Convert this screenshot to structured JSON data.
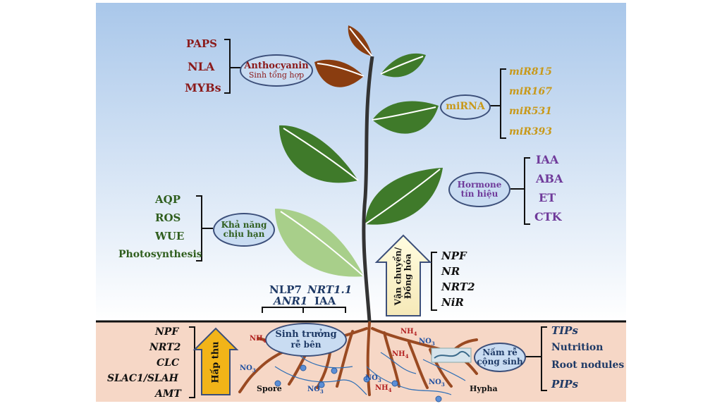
{
  "anthocyanin": {
    "genes": [
      "PAPS",
      "NLA",
      "MYBs"
    ],
    "oval_title": "Anthocyanin",
    "oval_sub": "Sinh tổng hợp"
  },
  "mirna": {
    "oval": "miRNA",
    "items": [
      "miR815",
      "miR167",
      "miR531",
      "miR393"
    ]
  },
  "hormone": {
    "oval_title": "Hormone",
    "oval_sub": "tín hiệu",
    "items": [
      "IAA",
      "ABA",
      "ET",
      "CTK"
    ]
  },
  "drought": {
    "oval_title": "Khả năng",
    "oval_sub": "chịu hạn",
    "items": [
      "AQP",
      "ROS",
      "WUE",
      "Photosynthesis"
    ]
  },
  "transport": {
    "arrow_label_1": "Vận chuyển/",
    "arrow_label_2": "Đồng hóa",
    "items": [
      "NPF",
      "NR",
      "NRT2",
      "NiR"
    ]
  },
  "lateral_root": {
    "genes": [
      "NLP7",
      "NRT1.1",
      "ANR1",
      "IAA"
    ],
    "oval_title": "Sinh trưởng",
    "oval_sub": "rễ bên"
  },
  "uptake": {
    "arrow_label": "Hấp thu",
    "items": [
      "NPF",
      "NRT2",
      "CLC",
      "SLAC1/SLAH",
      "AMT"
    ]
  },
  "mycorrhiza": {
    "oval_title": "Nấm rễ",
    "oval_sub": "cộng sinh",
    "items": [
      "TIPs",
      "Nutrition",
      "Root nodules",
      "PIPs"
    ]
  },
  "soil_labels": {
    "nh4": "NH",
    "nh4_sup": "4",
    "no3": "NO",
    "no3_sub": "3",
    "spore": "Spore",
    "hypha": "Hypha"
  },
  "colors": {
    "sky_top": "#a9c7ea",
    "sky_bottom": "#ffffff",
    "soil": "#f6d7c6",
    "leaf_dark": "#3f7a2a",
    "leaf_light": "#a8cf8a",
    "leaf_brown": "#8a3d10",
    "root": "#9a4a22",
    "stem": "#333333"
  }
}
